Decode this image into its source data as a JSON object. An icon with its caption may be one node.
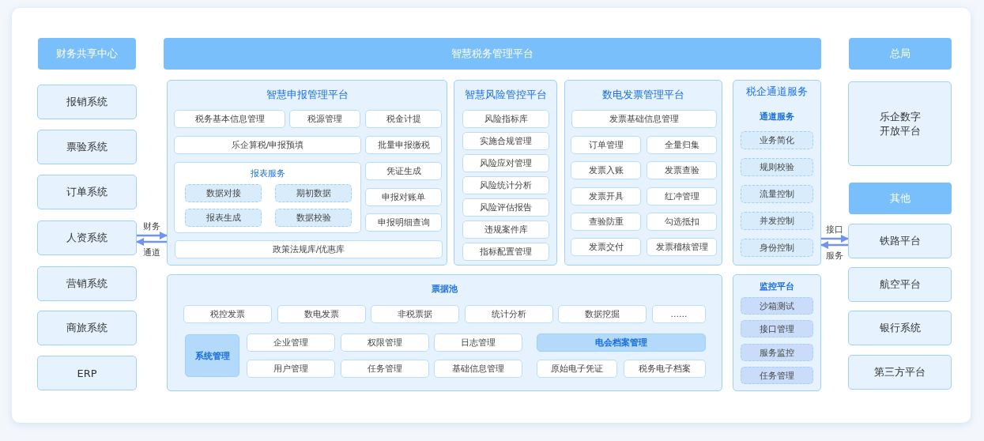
{
  "diagram": {
    "nodes": [
      {
        "text": [
          "财务共享中心"
        ]
      },
      {
        "text": [
          "报销系统"
        ]
      },
      {
        "text": [
          "票验系统"
        ]
      },
      {
        "text": [
          "订单系统"
        ]
      },
      {
        "text": [
          "人资系统"
        ]
      },
      {
        "text": [
          "营销系统"
        ]
      },
      {
        "text": [
          "商旅系统"
        ]
      },
      {
        "text": [
          "ERP"
        ]
      },
      {
        "text": [
          "智慧税务管理平台"
        ]
      },
      {
        "text": [
          "智慧申报管理平台"
        ]
      },
      {
        "text": [
          "税务基本信息管理"
        ],
        "in": 9
      },
      {
        "text": [
          "税源管理"
        ],
        "in": 9
      },
      {
        "text": [
          "税金计提"
        ],
        "in": 9
      },
      {
        "text": [
          "乐企算税/申报预填"
        ],
        "in": 9
      },
      {
        "text": [
          "批量申报缴税"
        ],
        "in": 9
      },
      {
        "text": [
          "报表服务"
        ],
        "in": 9
      },
      {
        "text": [
          "数据对接"
        ],
        "in": 15
      },
      {
        "text": [
          "期初数据"
        ],
        "in": 15
      },
      {
        "text": [
          "报表生成"
        ],
        "in": 15
      },
      {
        "text": [
          "数据校验"
        ],
        "in": 15
      },
      {
        "text": [
          "凭证生成"
        ],
        "in": 9
      },
      {
        "text": [
          "申报对账单"
        ],
        "in": 9
      },
      {
        "text": [
          "申报明细查询"
        ],
        "in": 9
      },
      {
        "text": [
          "政策法规库/优惠库"
        ],
        "in": 9
      },
      {
        "text": [
          "智慧风险管控平台"
        ]
      },
      {
        "text": [
          "风险指标库"
        ],
        "in": 24
      },
      {
        "text": [
          "实施合规管理"
        ],
        "in": 24
      },
      {
        "text": [
          "风险应对管理"
        ],
        "in": 24
      },
      {
        "text": [
          "风险统计分析"
        ],
        "in": 24
      },
      {
        "text": [
          "风险评估报告"
        ],
        "in": 24
      },
      {
        "text": [
          "违规案件库"
        ],
        "in": 24
      },
      {
        "text": [
          "指标配置管理"
        ],
        "in": 24
      },
      {
        "text": [
          "数电发票管理平台"
        ]
      },
      {
        "text": [
          "发票基础信息管理"
        ],
        "in": 32
      },
      {
        "text": [
          "订单管理"
        ],
        "in": 32
      },
      {
        "text": [
          "全量归集"
        ],
        "in": 32
      },
      {
        "text": [
          "发票入账"
        ],
        "in": 32
      },
      {
        "text": [
          "发票查验"
        ],
        "in": 32
      },
      {
        "text": [
          "发票开具"
        ],
        "in": 32
      },
      {
        "text": [
          "红冲管理"
        ],
        "in": 32
      },
      {
        "text": [
          "查验防重"
        ],
        "in": 32
      },
      {
        "text": [
          "勾选抵扣"
        ],
        "in": 32
      },
      {
        "text": [
          "发票交付"
        ],
        "in": 32
      },
      {
        "text": [
          "发票稽核管理"
        ],
        "in": 32
      },
      {
        "text": [
          "税企通道服务",
          "通道服务"
        ]
      },
      {
        "text": [
          "业务简化"
        ],
        "in": 44
      },
      {
        "text": [
          "规则校验"
        ],
        "in": 44
      },
      {
        "text": [
          "流量控制"
        ],
        "in": 44
      },
      {
        "text": [
          "并发控制"
        ],
        "in": 44
      },
      {
        "text": [
          "身份控制"
        ],
        "in": 44
      },
      {
        "text": [
          "票据池"
        ]
      },
      {
        "text": [
          "税控发票"
        ],
        "in": 50
      },
      {
        "text": [
          "数电发票"
        ],
        "in": 50
      },
      {
        "text": [
          "非税票据"
        ],
        "in": 50
      },
      {
        "text": [
          "统计分析"
        ],
        "in": 50
      },
      {
        "text": [
          "数据挖掘"
        ],
        "in": 50
      },
      {
        "text": [
          "......"
        ],
        "in": 50
      },
      {
        "text": [
          "系统管理"
        ],
        "in": 50
      },
      {
        "text": [
          "企业管理"
        ],
        "in": 50
      },
      {
        "text": [
          "权限管理"
        ],
        "in": 50
      },
      {
        "text": [
          "日志管理"
        ],
        "in": 50
      },
      {
        "text": [
          "用户管理"
        ],
        "in": 50
      },
      {
        "text": [
          "任务管理"
        ],
        "in": 50
      },
      {
        "text": [
          "基础信息管理"
        ],
        "in": 50
      },
      {
        "text": [
          "电会档案管理"
        ],
        "in": 50
      },
      {
        "text": [
          "原始电子凭证"
        ],
        "in": 50
      },
      {
        "text": [
          "税务电子档案"
        ],
        "in": 50
      },
      {
        "text": [
          "监控平台"
        ]
      },
      {
        "text": [
          "沙箱测试"
        ],
        "in": 67
      },
      {
        "text": [
          "接口管理"
        ],
        "in": 67
      },
      {
        "text": [
          "服务监控"
        ],
        "in": 67
      },
      {
        "text": [
          "任务管理"
        ],
        "in": 67
      },
      {
        "text": [
          "总局"
        ]
      },
      {
        "text": [
          "乐企数字开放平台"
        ]
      },
      {
        "text": [
          "其他"
        ]
      },
      {
        "text": [
          "铁路平台"
        ]
      },
      {
        "text": [
          "航空平台"
        ]
      },
      {
        "text": [
          "银行系统"
        ]
      },
      {
        "text": [
          "第三方平台"
        ]
      }
    ],
    "edges": [
      {
        "from": 4,
        "to": 9,
        "arrow": "to",
        "label": "财务"
      },
      {
        "from": 9,
        "to": 4,
        "arrow": "to",
        "label": "通道"
      },
      {
        "from": 44,
        "to": 75,
        "arrow": "to",
        "label": "接口"
      },
      {
        "from": 75,
        "to": 44,
        "arrow": "to",
        "label": "服务"
      }
    ]
  }
}
